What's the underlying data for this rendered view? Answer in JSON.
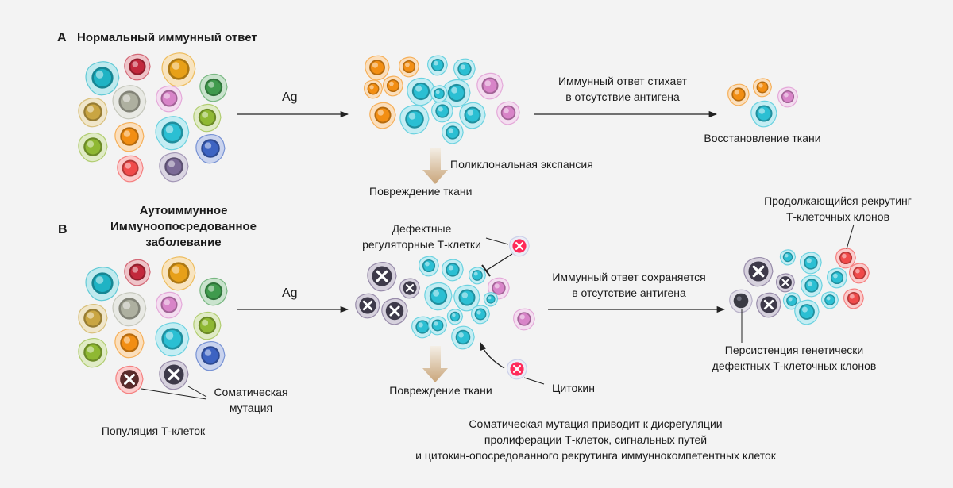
{
  "panel_a": {
    "letter": "A",
    "title": "Нормальный иммунный ответ",
    "antigen": "Ag",
    "expansion": "Поликлональная экспансия",
    "damage": "Повреждение ткани",
    "subsides_1": "Иммунный ответ стихает",
    "subsides_2": "в отсутствие антигена",
    "recovery": "Восстановление ткани"
  },
  "panel_b": {
    "letter": "B",
    "title_1": "Аутоиммунное",
    "title_2": "Иммуноопосредованное",
    "title_3": "заболевание",
    "antigen": "Ag",
    "defective_1": "Дефектные",
    "defective_2": "регуляторные Т-клетки",
    "persists_1": "Иммунный ответ сохраняется",
    "persists_2": "в отсутствие антигена",
    "recruit_1": "Продолжающийся рекрутинг",
    "recruit_2": "Т-клеточных клонов",
    "persistence_1": "Персистенция генетически",
    "persistence_2": "дефектных Т-клеточных клонов",
    "somatic_1": "Соматическая",
    "somatic_2": "мутация",
    "population": "Популяция Т-клеток",
    "damage": "Повреждение ткани",
    "cytokine": "Цитокин",
    "summary_1": "Соматическая мутация приводит к дисрегуляции",
    "summary_2": "пролиферации Т-клеток, сигнальных путей",
    "summary_3": "и цитокин-опосредованного рекрутинга иммуннокомпетентных клеток"
  },
  "colors": {
    "teal": "#1fb3c4",
    "dark_red": "#c2283c",
    "gold": "#e7a019",
    "green": "#3f9a4d",
    "tan": "#c9a542",
    "grey": "#aeb0a0",
    "pink": "#d884c8",
    "olive": "#8fb833",
    "orange": "#f28e13",
    "cyan": "#2bbfd3",
    "blue": "#3d63c2",
    "red": "#f04a4a",
    "purple": "#7b6a96",
    "mutant_purple": "#6c5a86"
  }
}
